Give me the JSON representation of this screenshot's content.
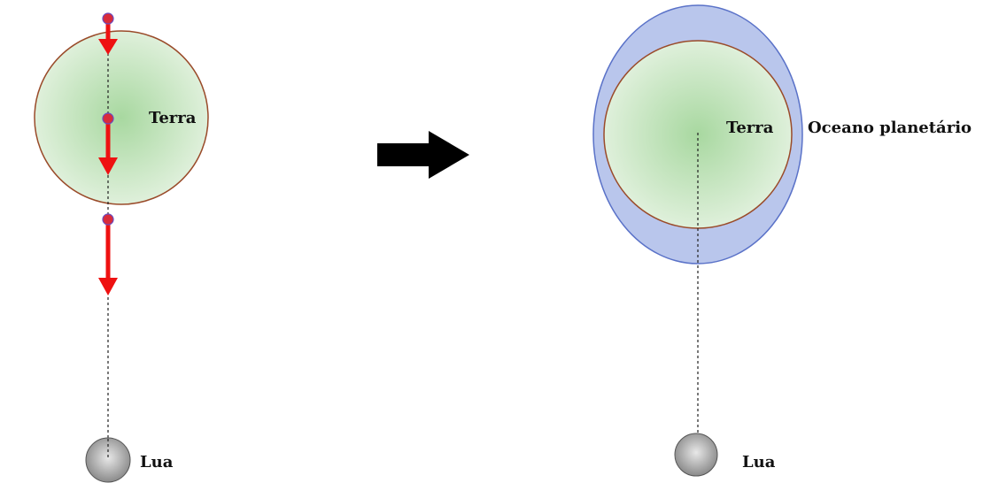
{
  "left_panel": {
    "earth_label": "Terra",
    "moon_label": "Lua"
  },
  "right_panel": {
    "earth_label": "Terra",
    "ocean_label": "Oceano planetário",
    "moon_label": "Lua"
  },
  "colors": {
    "earth_fill": "#b9e0b2",
    "earth_border": "#8b4a2b",
    "ocean_fill": "#b9c6ec",
    "ocean_border": "#5a72c8",
    "force_arrow": "#ee1111",
    "force_point": "#d92b3a",
    "transition_arrow": "#000000",
    "moon_fill": "#9a9a9a"
  },
  "icons": {
    "transition": "arrow-right-icon",
    "force": "arrow-down-icon"
  }
}
